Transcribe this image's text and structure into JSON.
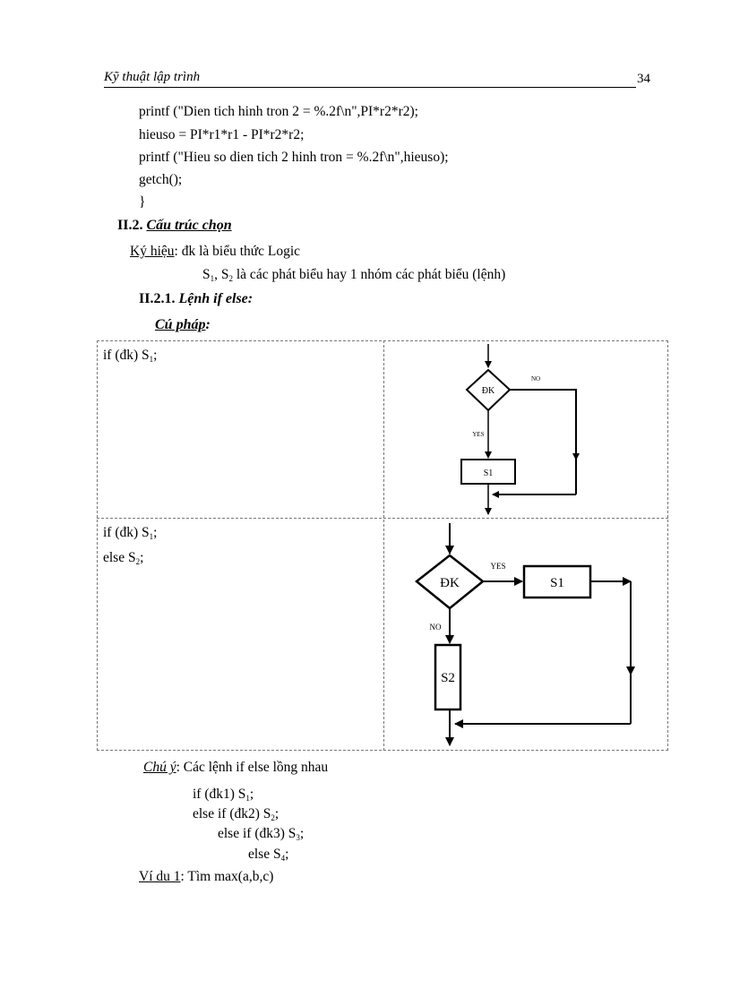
{
  "header": {
    "title": "Kỹ thuật lập trình",
    "page_number": "34"
  },
  "code_lines": [
    "printf (\"Dien tich hinh tron 2 = %.2f\\n\",PI*r2*r2);",
    "hieuso = PI*r1*r1 - PI*r2*r2;",
    "printf (\"Hieu so dien tich 2 hinh tron  = %.2f\\n\",hieuso);",
    "getch();",
    "}"
  ],
  "section": {
    "number": "II.2.",
    "title": "Cấu trúc chọn"
  },
  "notation": {
    "label": "Ký hiệu",
    "line1": ":  đk là biểu thức Logic",
    "line2_s1": "S",
    "line2_s1_sub": "1",
    "line2_sep": ", S",
    "line2_s2_sub": "2",
    "line2_rest": " là các phát biểu hay 1 nhóm các phát biểu (lệnh)"
  },
  "subsection": {
    "number": "II.2.1.",
    "title": "Lệnh if else:"
  },
  "syntax_label": "Cú pháp",
  "syntax_colon": ":",
  "table": {
    "row1": {
      "code_prefix": "if (đk)   S",
      "code_sub": "1",
      "code_suffix": ";",
      "diagram": {
        "decision": "ĐK",
        "no_label": "NO",
        "yes_label": "YES",
        "statement": "S1"
      }
    },
    "row2": {
      "line1_prefix": "if (đk)  S",
      "line1_sub": "1",
      "line1_suffix": ";",
      "line2_prefix": "else  S",
      "line2_sub": "2",
      "line2_suffix": ";",
      "diagram": {
        "decision": "ĐK",
        "yes_label": "YES",
        "no_label": "NO",
        "statement_yes": "S1",
        "statement_no": "S2"
      }
    }
  },
  "note": {
    "label": "Chú ý",
    "text": ": Các lệnh if else lồng nhau",
    "nested": [
      {
        "prefix": "if  (đk1)     S",
        "sub": "1",
        "suffix": ";"
      },
      {
        "prefix": "else if (đk2)     S",
        "sub": "2",
        "suffix": ";"
      },
      {
        "prefix": "else if (đk3)     S",
        "sub": "3",
        "suffix": ";"
      },
      {
        "prefix": "else    S",
        "sub": "4",
        "suffix": ";"
      }
    ]
  },
  "example": {
    "label": "Ví  du 1",
    "text": ": Tìm max(a,b,c)"
  }
}
